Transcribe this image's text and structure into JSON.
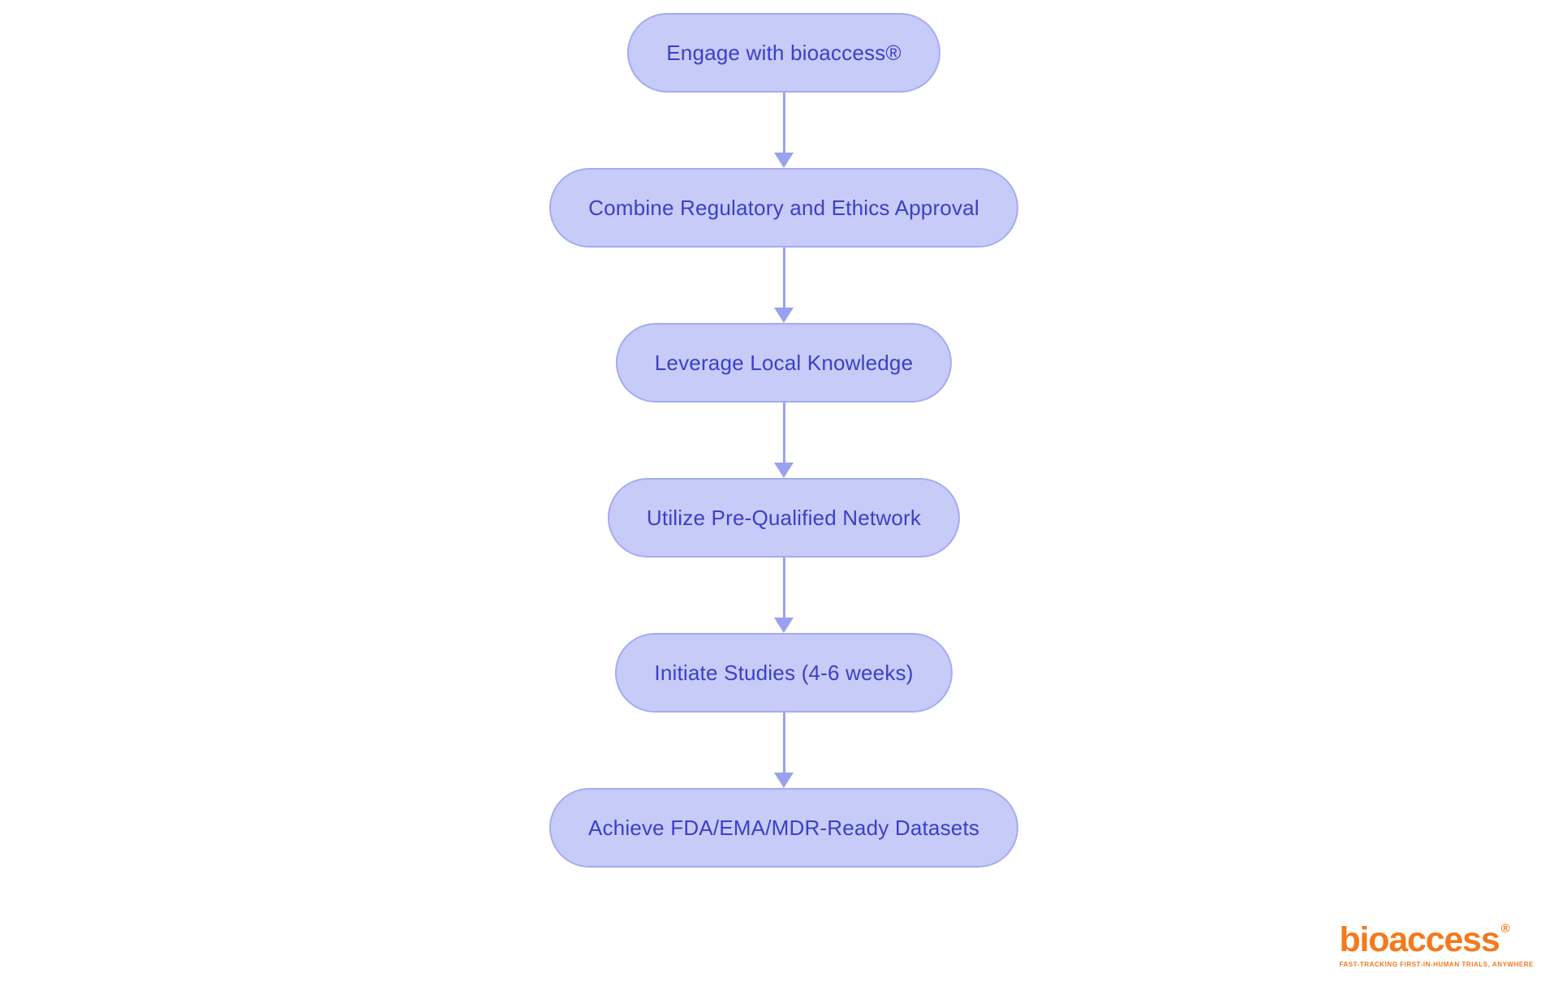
{
  "flowchart": {
    "nodes": [
      {
        "label": "Engage with bioaccess®"
      },
      {
        "label": "Combine Regulatory and Ethics Approval"
      },
      {
        "label": "Leverage Local Knowledge"
      },
      {
        "label": "Utilize Pre-Qualified Network"
      },
      {
        "label": "Initiate Studies (4-6 weeks)"
      },
      {
        "label": "Achieve FDA/EMA/MDR-Ready Datasets"
      }
    ],
    "connections": [
      {
        "from": 0,
        "to": 1
      },
      {
        "from": 1,
        "to": 2
      },
      {
        "from": 2,
        "to": 3
      },
      {
        "from": 3,
        "to": 4
      },
      {
        "from": 4,
        "to": 5
      }
    ],
    "colors": {
      "node_fill": "#c7cbf7",
      "node_border": "#a5abf2",
      "node_text": "#3b40c7",
      "arrow": "#9aa1ee"
    }
  },
  "logo": {
    "brand": "bioaccess",
    "registered_mark": "®",
    "tagline": "FAST-TRACKING FIRST-IN-HUMAN TRIALS, ANYWHERE",
    "color": "#f5791d"
  }
}
